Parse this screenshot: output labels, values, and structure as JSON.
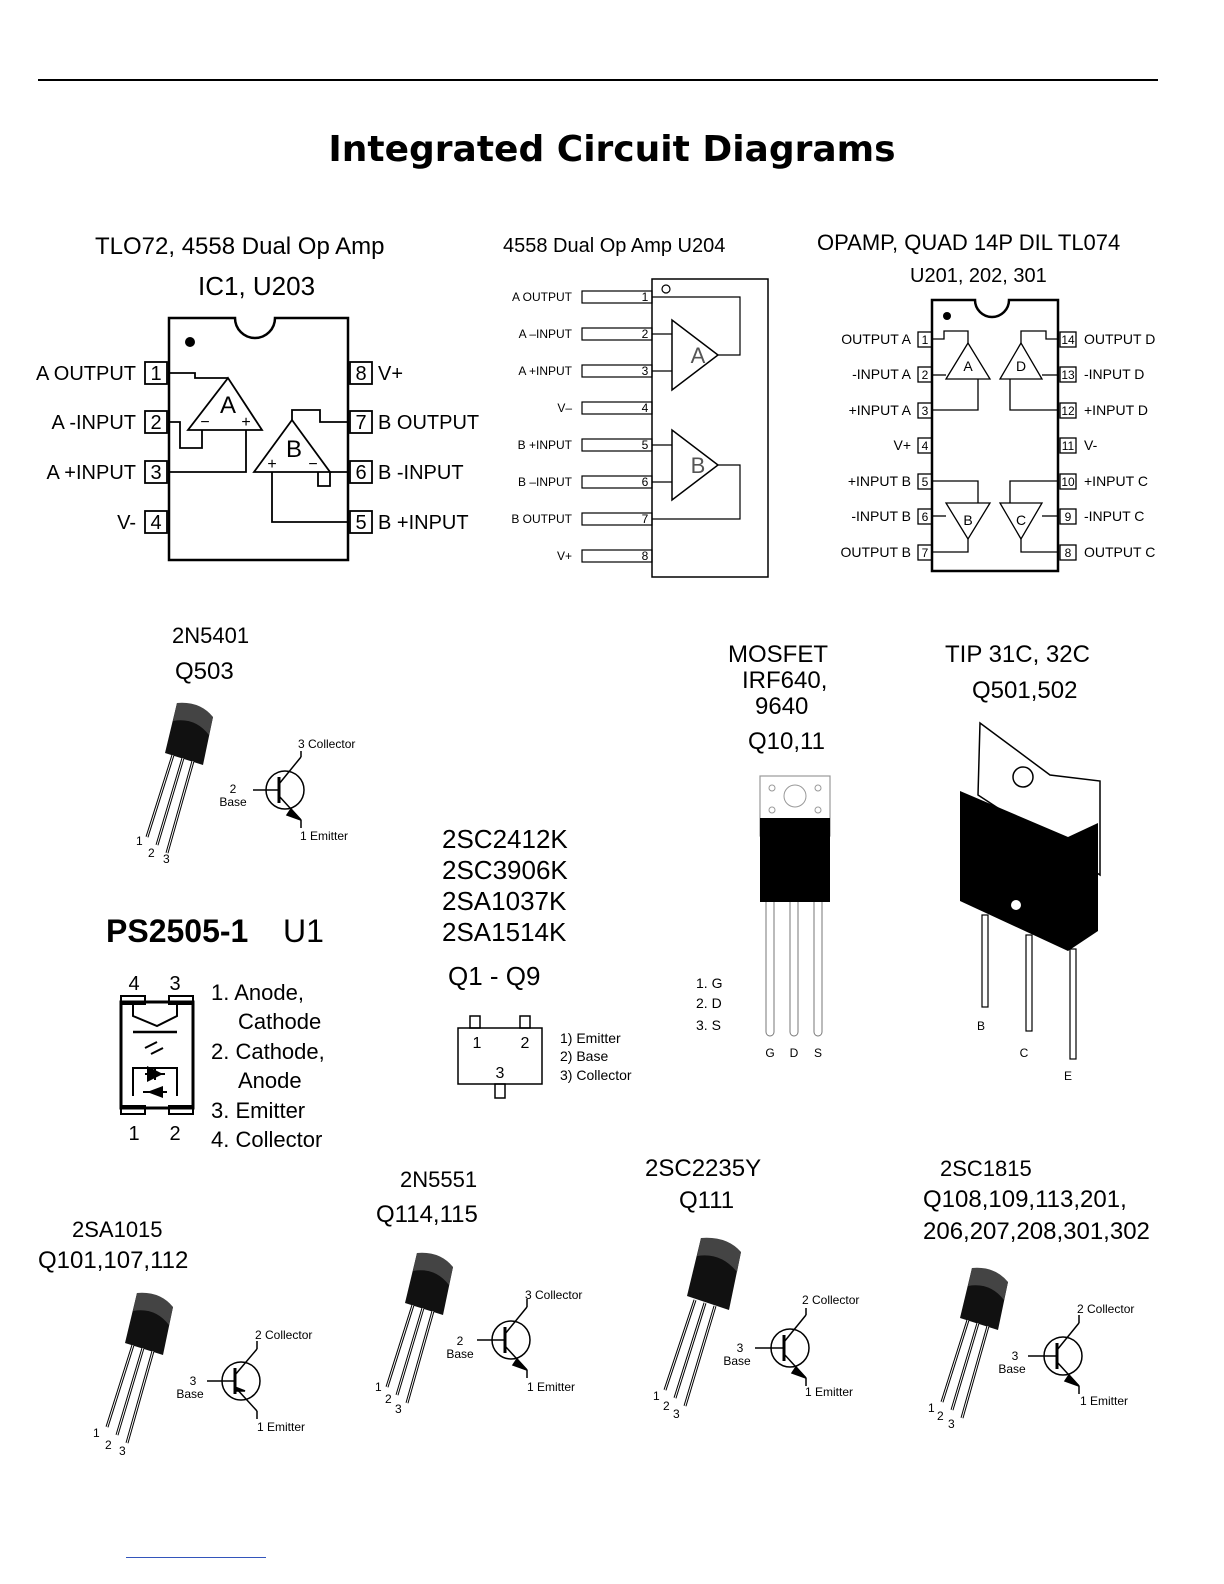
{
  "page": {
    "title": "Integrated Circuit Diagrams"
  },
  "tl072": {
    "title_a": "TLO72, 4558 Dual Op Amp",
    "title_b": "IC1, U203",
    "left_pins": [
      {
        "num": "1",
        "label": "A OUTPUT"
      },
      {
        "num": "2",
        "label": "A -INPUT"
      },
      {
        "num": "3",
        "label": "A +INPUT"
      },
      {
        "num": "4",
        "label": "V-"
      }
    ],
    "right_pins": [
      {
        "num": "8",
        "label": "V+"
      },
      {
        "num": "7",
        "label": "B OUTPUT"
      },
      {
        "num": "6",
        "label": "B -INPUT"
      },
      {
        "num": "5",
        "label": "B +INPUT"
      }
    ],
    "amp_a": "A",
    "amp_b": "B",
    "minus": "−",
    "plus": "+"
  },
  "u204": {
    "title": "4558 Dual Op Amp  U204",
    "pins": [
      {
        "num": "1",
        "label": "A OUTPUT"
      },
      {
        "num": "2",
        "label": "A –INPUT"
      },
      {
        "num": "3",
        "label": "A +INPUT"
      },
      {
        "num": "4",
        "label": "V–"
      },
      {
        "num": "5",
        "label": "B +INPUT"
      },
      {
        "num": "6",
        "label": "B –INPUT"
      },
      {
        "num": "7",
        "label": "B OUTPUT"
      },
      {
        "num": "8",
        "label": "V+"
      }
    ],
    "amp_a": "A",
    "amp_b": "B",
    "mark": "O"
  },
  "tl074": {
    "title_a": "OPAMP, QUAD 14P DIL TL074",
    "title_b": "U201, 202, 301",
    "left_pins": [
      {
        "num": "1",
        "label": "OUTPUT A"
      },
      {
        "num": "2",
        "label": "-INPUT A"
      },
      {
        "num": "3",
        "label": "+INPUT A"
      },
      {
        "num": "4",
        "label": "V+"
      },
      {
        "num": "5",
        "label": "+INPUT B"
      },
      {
        "num": "6",
        "label": "-INPUT B"
      },
      {
        "num": "7",
        "label": "OUTPUT B"
      }
    ],
    "right_pins": [
      {
        "num": "14",
        "label": "OUTPUT D"
      },
      {
        "num": "13",
        "label": "-INPUT D"
      },
      {
        "num": "12",
        "label": "+INPUT D"
      },
      {
        "num": "11",
        "label": "V-"
      },
      {
        "num": "10",
        "label": "+INPUT C"
      },
      {
        "num": "9",
        "label": "-INPUT C"
      },
      {
        "num": "8",
        "label": "OUTPUT C"
      }
    ],
    "amps": [
      "A",
      "D",
      "B",
      "C"
    ]
  },
  "q503": {
    "title_a": "2N5401",
    "title_b": "Q503",
    "collector": "3 Collector",
    "base_num": "2",
    "base": "Base",
    "emitter": "1 Emitter",
    "leads": [
      "1",
      "2",
      "3"
    ]
  },
  "mosfet": {
    "title_a": "MOSFET",
    "title_b": "IRF640,",
    "title_c": "9640",
    "title_d": "Q10,11",
    "pins": [
      "1. G",
      "2. D",
      "3. S"
    ],
    "leads": [
      "G",
      "D",
      "S"
    ]
  },
  "tip": {
    "title_a": "TIP 31C, 32C",
    "title_b": "Q501,502",
    "leads": [
      "B",
      "C",
      "E"
    ]
  },
  "smd": {
    "parts": [
      "2SC2412K",
      "2SC3906K",
      "2SA1037K",
      "2SA1514K"
    ],
    "refs": "Q1 - Q9",
    "pin_nums": [
      "1",
      "2",
      "3"
    ],
    "pins": [
      "1) Emitter",
      "2) Base",
      "3) Collector"
    ]
  },
  "ps2505": {
    "title_a": "PS2505-1",
    "title_b": "U1",
    "top_pins": [
      "4",
      "3"
    ],
    "bottom_pins": [
      "1",
      "2"
    ],
    "list": [
      "1. Anode,",
      "Cathode",
      "2. Cathode,",
      "Anode",
      "3. Emitter",
      "4. Collector"
    ]
  },
  "q101": {
    "title_a": "2SA1015",
    "title_b": "Q101,107,112",
    "collector": "2 Collector",
    "base_num": "3",
    "base": "Base",
    "emitter": "1 Emitter",
    "leads": [
      "1",
      "2",
      "3"
    ]
  },
  "q114": {
    "title_a": "2N5551",
    "title_b": "Q114,115",
    "collector": "3 Collector",
    "base_num": "2",
    "base": "Base",
    "emitter": "1 Emitter",
    "leads": [
      "1",
      "2",
      "3"
    ]
  },
  "q111": {
    "title_a": "2SC2235Y",
    "title_b": "Q111",
    "collector": "2 Collector",
    "base_num": "3",
    "base": "Base",
    "emitter": "1 Emitter",
    "leads": [
      "1",
      "2",
      "3"
    ]
  },
  "q108": {
    "title_a": "2SC1815",
    "title_b": "Q108,109,113,201,",
    "title_c": "206,207,208,301,302",
    "collector": "2 Collector",
    "base_num": "3",
    "base": "Base",
    "emitter": "1 Emitter",
    "leads": [
      "1",
      "2",
      "3"
    ]
  }
}
